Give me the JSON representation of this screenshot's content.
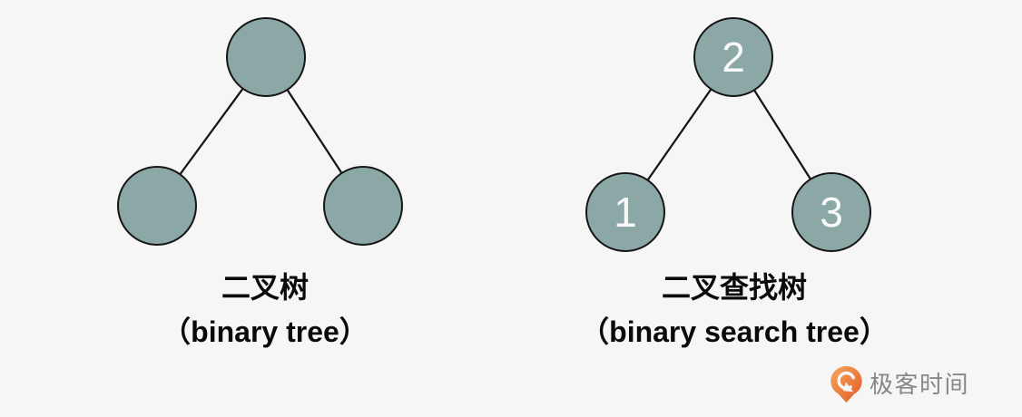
{
  "figure": {
    "title": "binary tree vs binary search tree diagram",
    "background": "#f5f6f5",
    "node_fill": "#8ba8a7",
    "node_stroke": "#151515",
    "edge_color": "#151515"
  },
  "trees": [
    {
      "id": "binary-tree",
      "caption_zh": "二叉树",
      "caption_en": "（binary tree）",
      "nodes": [
        {
          "role": "root",
          "value": ""
        },
        {
          "role": "left-child",
          "value": ""
        },
        {
          "role": "right-child",
          "value": ""
        }
      ]
    },
    {
      "id": "binary-search-tree",
      "caption_zh": "二叉查找树",
      "caption_en": "（binary search tree）",
      "nodes": [
        {
          "role": "root",
          "value": "2"
        },
        {
          "role": "left-child",
          "value": "1"
        },
        {
          "role": "right-child",
          "value": "3"
        }
      ]
    }
  ],
  "logo": {
    "text": "极客时间",
    "text_color": "#87878a",
    "orange_light": "#f6a75c",
    "orange_dark": "#e25a28"
  }
}
